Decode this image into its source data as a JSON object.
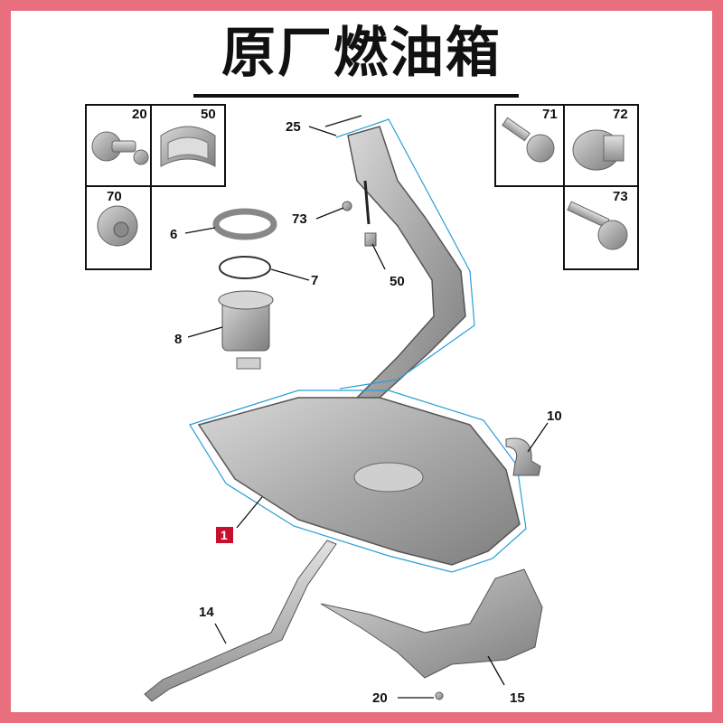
{
  "title": "原厂燃油箱",
  "colors": {
    "frame": "#e8707e",
    "badge": "#c8102e",
    "outline": "#2a9fd6",
    "part": "#b8b8b8"
  },
  "part_boxes": {
    "box_20": "20",
    "box_50": "50",
    "box_70": "70",
    "box_71": "71",
    "box_72": "72",
    "box_73": "73"
  },
  "callouts": {
    "c25": "25",
    "c73": "73",
    "c50": "50",
    "c6": "6",
    "c7": "7",
    "c8": "8",
    "c10": "10",
    "c14": "14",
    "c20": "20",
    "c15": "15"
  },
  "main_part_badge": "1"
}
